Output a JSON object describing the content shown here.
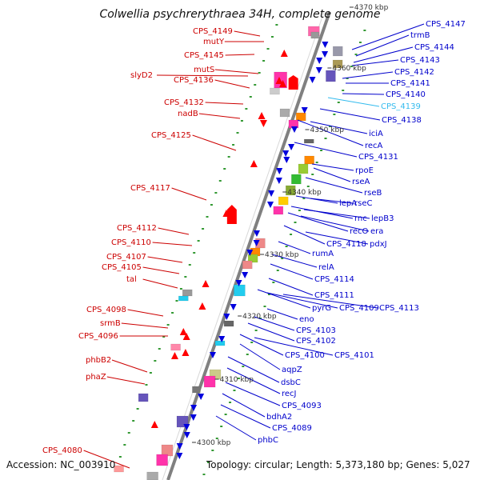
{
  "title": "Colwellia psychrerythraea 34H, complete genome",
  "footer": {
    "accession": "Accession: NC_003910",
    "topology": "Topology: circular; Length: 5,373,180 bp; Genes: 5,027"
  },
  "colors": {
    "left_labels": "#cc0000",
    "right_labels": "#0000cc",
    "highlight_label": "#33bbee",
    "backbone": "#808080",
    "tick_marks": "#339933"
  },
  "scale_marks": [
    {
      "label": "4370 kbp"
    },
    {
      "label": "4360 kbp"
    },
    {
      "label": "4350 kbp"
    },
    {
      "label": "4340 kbp"
    },
    {
      "label": "4330 kbp"
    },
    {
      "label": "4320 kbp"
    },
    {
      "label": "4310 kbp"
    },
    {
      "label": "4300 kbp"
    }
  ],
  "left_labels": [
    "CPS_4149",
    "mutY",
    "CPS_4145",
    "slyD2",
    "mutS",
    "CPS_4136",
    "CPS_4132",
    "nadB",
    "CPS_4125",
    "CPS_4117",
    "CPS_4112",
    "CPS_4110",
    "CPS_4107",
    "CPS_4105",
    "tal",
    "CPS_4098",
    "srmB",
    "CPS_4096",
    "phbB2",
    "phaZ",
    "CPS_4080"
  ],
  "right_labels": [
    "CPS_4147",
    "trmB",
    "CPS_4144",
    "CPS_4143",
    "CPS_4142",
    "CPS_4141",
    "CPS_4140",
    "CPS_4139",
    "CPS_4138",
    "iciA",
    "recA",
    "CPS_4131",
    "rpoE",
    "rseA",
    "rseB",
    "lepA",
    "rseC",
    "rnc",
    "lepB3",
    "recO",
    "era",
    "CPS_4118",
    "pdxJ",
    "rumA",
    "relA",
    "CPS_4114",
    "CPS_4111",
    "pyrG",
    "CPS_4109",
    "CPS_4113",
    "eno",
    "CPS_4103",
    "CPS_4102",
    "CPS_4100",
    "CPS_4101",
    "aqpZ",
    "dsbC",
    "recJ",
    "CPS_4093",
    "bdhA2",
    "CPS_4089",
    "phbC"
  ],
  "highlighted": "CPS_4139"
}
